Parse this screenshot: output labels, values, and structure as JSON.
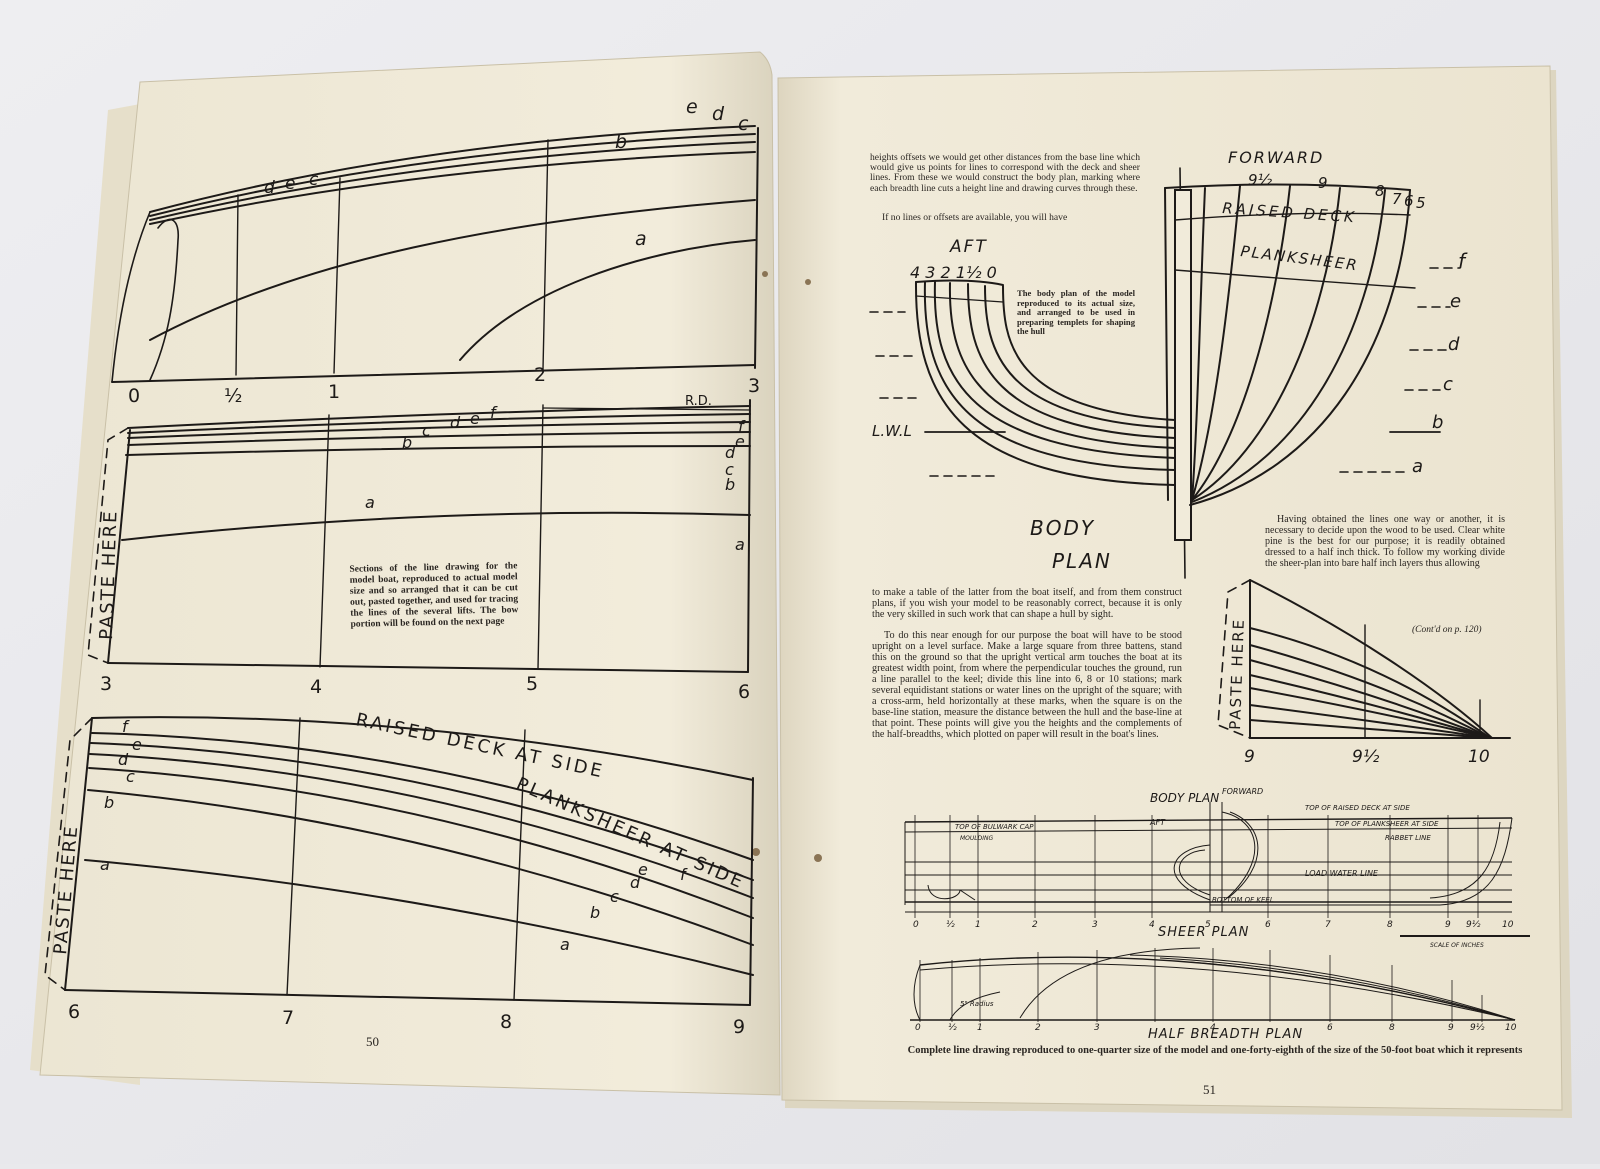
{
  "left_page": {
    "page_number": "50",
    "caption": "Sections of the line drawing for the model boat, reproduced to actual model size and so arranged that it can be cut out, pasted together, and used for tracing the lines of the several lifts. The bow portion will be found on the next page",
    "paste_here_label": "PASTE HERE",
    "top_section": {
      "line_labels": [
        "a",
        "b",
        "c",
        "d",
        "e",
        "c",
        "d",
        "e"
      ],
      "stations": [
        "0",
        "½",
        "1",
        "2",
        "3"
      ]
    },
    "middle_section": {
      "rd_label": "R.D.",
      "line_labels": [
        "a",
        "b",
        "c",
        "d",
        "e",
        "f"
      ],
      "stations": [
        "3",
        "4",
        "5",
        "6"
      ]
    },
    "bottom_section": {
      "raised_deck_label": "RAISED DECK AT SIDE",
      "planksheer_label": "PLANKSHEER AT SIDE",
      "line_labels": [
        "a",
        "b",
        "c",
        "d",
        "e",
        "f"
      ],
      "stations": [
        "6",
        "7",
        "8",
        "9"
      ]
    }
  },
  "right_page": {
    "page_number": "51",
    "top_left_text": "heights offsets we would get other distances from the base line which would give us points for lines to correspond with the deck and sheer lines. From these we would construct the body plan, marking where each breadth line cuts a height line and drawing curves through these.",
    "top_left_text_2": "If no lines or offsets are available, you will have",
    "body_plan_caption": "The body plan of the model reproduced to its actual size, and arranged to be used in preparing templets for shaping the hull",
    "middle_text": "to make a table of the latter from the boat itself, and from them construct plans, if you wish your model to be reasonably correct, because it is only the very skilled in such work that can shape a hull by sight.",
    "middle_text_2": "To do this near enough for our purpose the boat will have to be stood upright on a level surface. Make a large square from three battens, stand this on the ground so that the upright vertical arm touches the boat at its greatest width point, from where the perpendicular touches the ground, run a line parallel to the keel; divide this line into 6, 8 or 10 stations; mark several equidistant stations or water lines on the upright of the square; with a cross-arm, held horizontally at these marks, when the square is on the base-line station, measure the distance between the hull and the base-line at that point. These points will give you the heights and the complements of the half-breadths, which plotted on paper will result in the boat's lines.",
    "right_text": "Having obtained the lines one way or another, it is necessary to decide upon the wood to be used. Clear white pine is the best for our purpose; it is readily obtained dressed to a half inch thick. To follow my working divide the sheer-plan into bare half inch layers thus allowing",
    "continued": "(Cont'd on p. 120)",
    "body_plan": {
      "aft_label": "AFT",
      "forward_label": "FORWARD",
      "aft_stations": "4 3 2  1½  0",
      "forward_stations": [
        "9½",
        "9",
        "8",
        "7",
        "6",
        "5"
      ],
      "raised_deck": "RAISED DECK",
      "planksheer": "PLANKSHEER",
      "lwl": "L.W.L",
      "title_1": "BODY",
      "title_2": "PLAN",
      "right_letters": [
        "f",
        "e",
        "d",
        "c",
        "b",
        "a"
      ]
    },
    "bow_section": {
      "paste_here_label": "PASTE HERE",
      "stations": [
        "9",
        "9½",
        "10"
      ]
    },
    "small_drawing": {
      "body_plan_label": "BODY PLAN",
      "forward_label": "FORWARD",
      "aft_label": "AFT",
      "top_of_bulwark_cap": "TOP OF BULWARK CAP",
      "top_of_raised_deck": "TOP OF RAISED DECK AT SIDE",
      "top_of_planksheer": "TOP OF PLANKSHEER AT SIDE",
      "moulding": "MOULDING",
      "rabbet_line": "RABBET LINE",
      "load_water_line": "LOAD WATER LINE",
      "bottom_of_keel": "BOTTOM OF KEEL",
      "sheer_plan": "SHEER PLAN",
      "half_breadth_plan": "HALF BREADTH PLAN",
      "scale_of_inches": "SCALE OF INCHES",
      "radius": "5\" Radius",
      "stations": [
        "0",
        "½",
        "1",
        "2",
        "3",
        "4",
        "5",
        "6",
        "7",
        "8",
        "9",
        "9½",
        "10"
      ]
    },
    "bottom_caption": "Complete line drawing reproduced to one-quarter size of the model and one-forty-eighth of the size of the 50-foot boat which it represents"
  }
}
